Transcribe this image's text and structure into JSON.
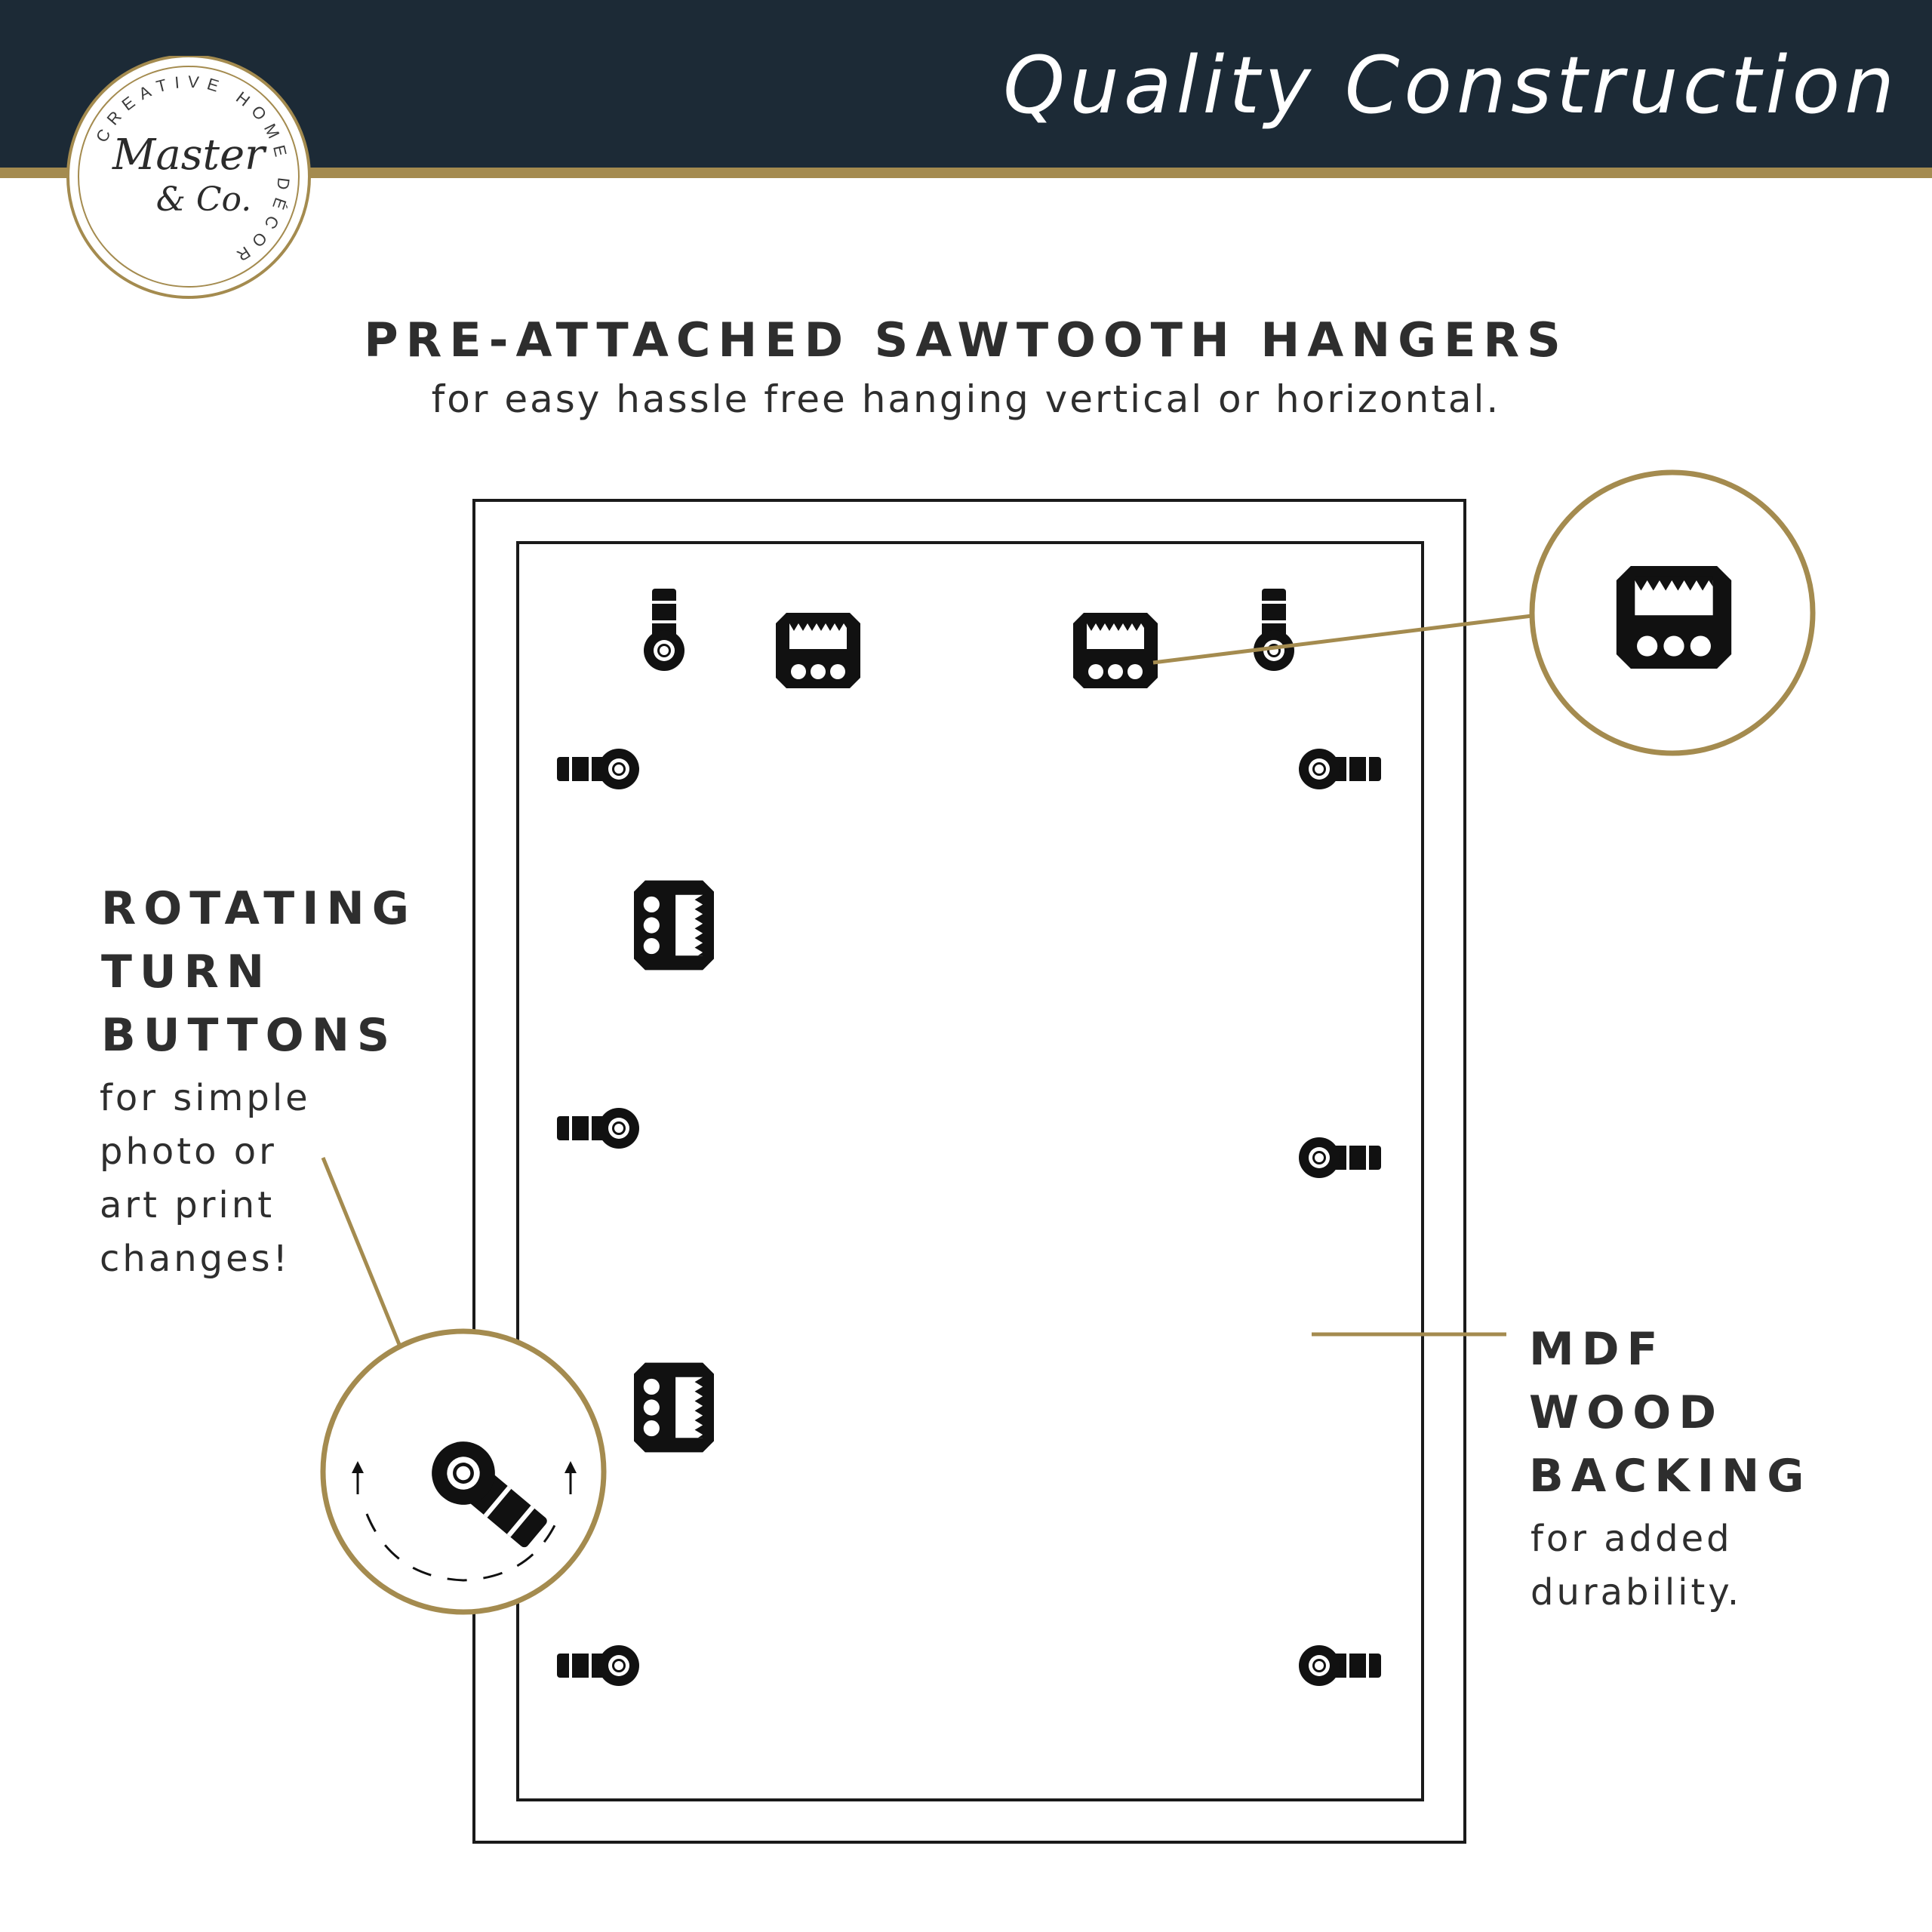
{
  "banner": {
    "title": "Quality Construction"
  },
  "logo": {
    "ring_text": "CREATIVE HOME DÉCOR",
    "script_top": "Master",
    "script_bottom": "& Co.",
    "accent_color": "#a48b4f"
  },
  "sawtooth": {
    "heading": "PRE-ATTACHED SAWTOOTH HANGERS",
    "subtext": "for easy hassle free hanging vertical or horizontal."
  },
  "turn_buttons": {
    "heading_lines": [
      "ROTATING",
      "TURN",
      "BUTTONS"
    ],
    "desc_lines": [
      "for simple",
      "photo or",
      "art print",
      "changes!"
    ]
  },
  "backing": {
    "heading_lines": [
      "MDF",
      "WOOD",
      "BACKING"
    ],
    "desc_lines": [
      "for added",
      "durability."
    ]
  },
  "colors": {
    "navy": "#1c2a36",
    "gold": "#a48b4f",
    "ink": "#111111"
  }
}
